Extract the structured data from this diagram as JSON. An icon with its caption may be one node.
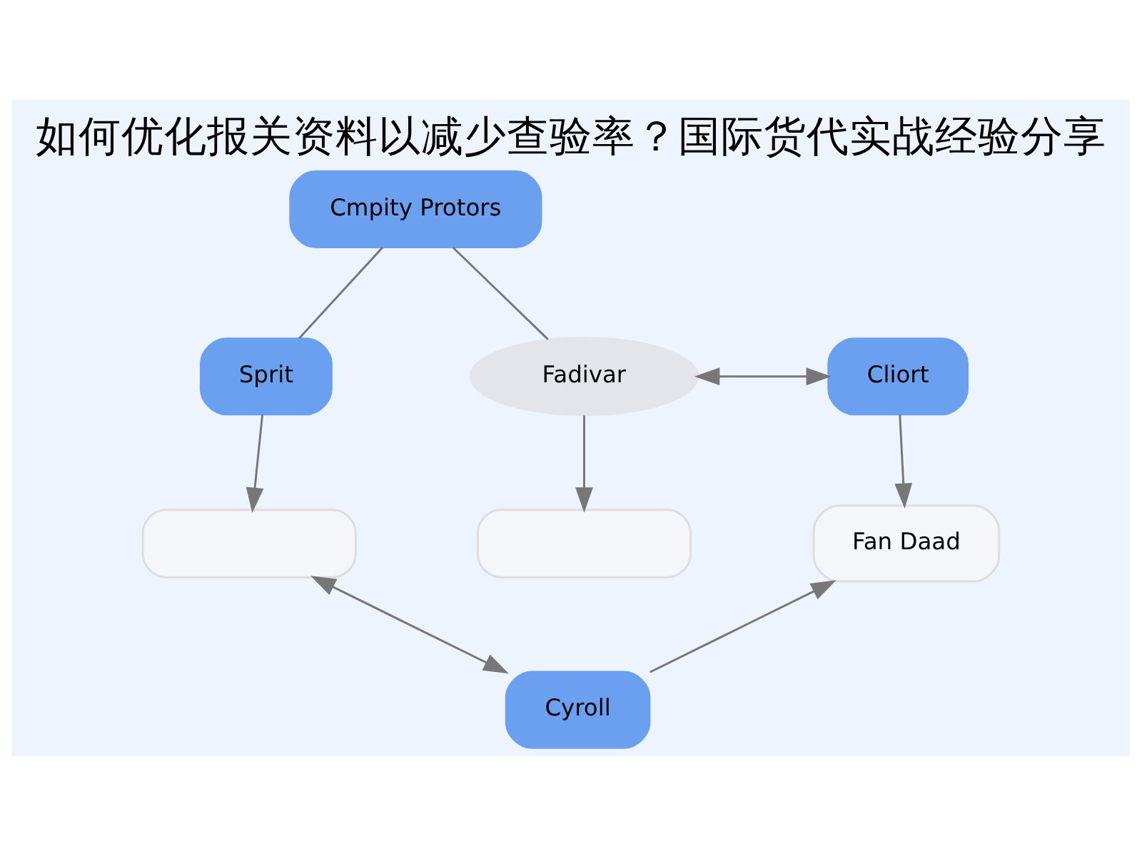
{
  "diagram": {
    "title": "如何优化报关资料以减少查验率？国际货代实战经验分享",
    "nodes": [
      {
        "text": [
          "Cmpity Protors"
        ]
      },
      {
        "text": [
          "Sprit"
        ]
      },
      {
        "text": [
          "Fadivar"
        ]
      },
      {
        "text": [
          "Cliort"
        ]
      },
      {
        "text": [],
        "shape": "box"
      },
      {
        "text": [],
        "shape": "box"
      },
      {
        "text": [
          "Fan Daad"
        ]
      },
      {
        "text": [
          "Cyroll"
        ]
      }
    ],
    "edges": [
      {
        "from": 0,
        "to": 1,
        "arrow": "none"
      },
      {
        "from": 0,
        "to": 2,
        "arrow": "none"
      },
      {
        "from": 2,
        "to": 3,
        "arrow": "both"
      },
      {
        "from": 1,
        "to": 4,
        "arrow": "to"
      },
      {
        "from": 2,
        "to": 5,
        "arrow": "to"
      },
      {
        "from": 3,
        "to": 6,
        "arrow": "to"
      },
      {
        "from": 4,
        "to": 7,
        "arrow": "both"
      },
      {
        "from": 7,
        "to": 6,
        "arrow": "to"
      }
    ]
  }
}
